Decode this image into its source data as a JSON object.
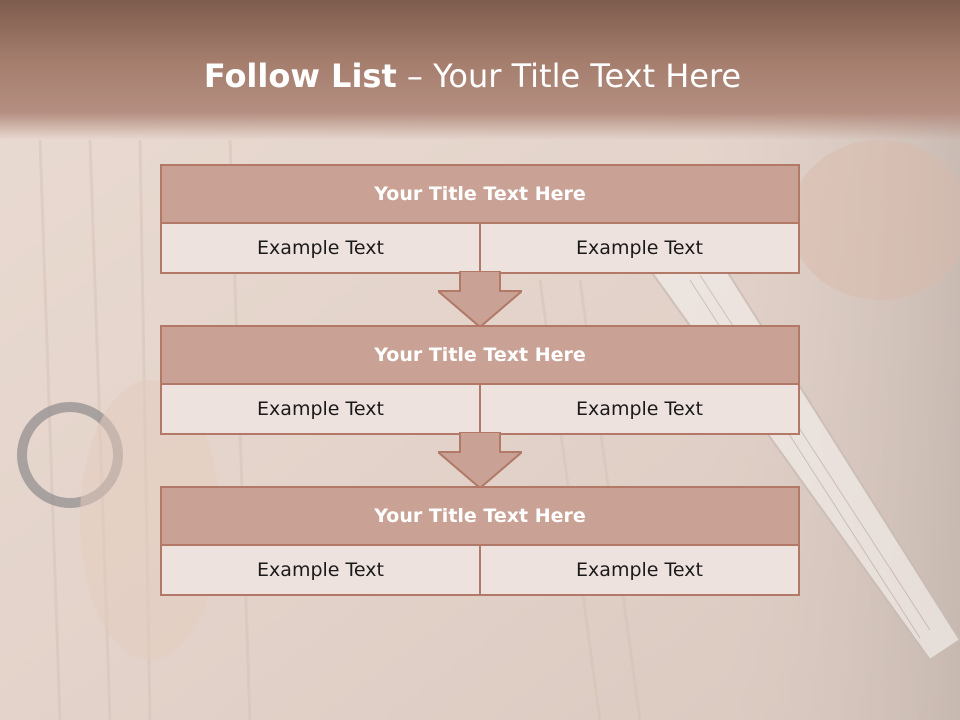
{
  "title": {
    "bold": "Follow List",
    "rest": " – Your Title Text Here"
  },
  "blocks": [
    {
      "title": "Your Title Text Here",
      "left": "Example Text",
      "right": "Example Text"
    },
    {
      "title": "Your Title Text Here",
      "left": "Example Text",
      "right": "Example Text"
    },
    {
      "title": "Your Title Text Here",
      "left": "Example Text",
      "right": "Example Text"
    }
  ],
  "colors": {
    "header": "#a57e6e",
    "block_head": "#c9a295",
    "border": "#b27868",
    "cell": "#eee2df"
  }
}
